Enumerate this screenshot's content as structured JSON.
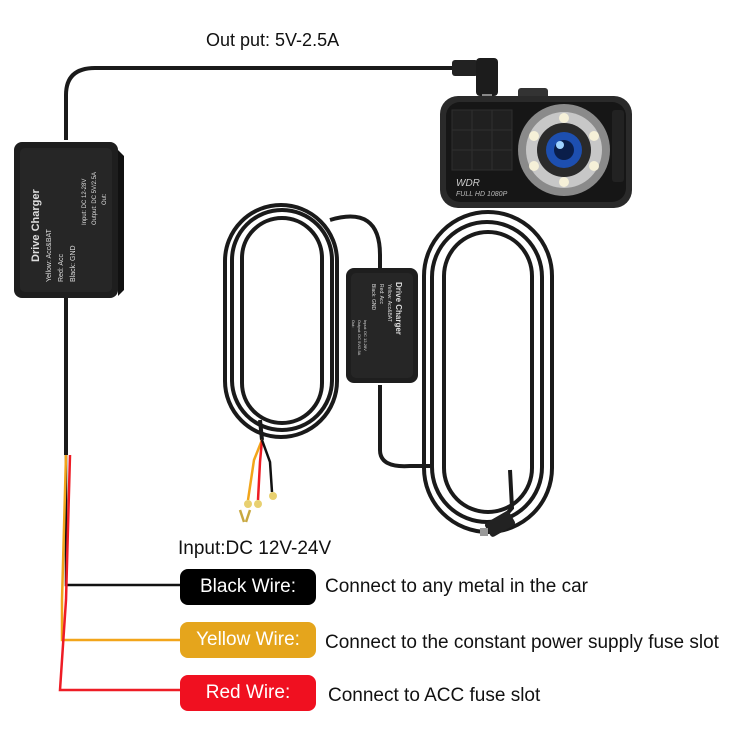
{
  "output_label": "Out put: 5V-2.5A",
  "input_label": "Input:DC 12V-24V",
  "module": {
    "title": "Drive Charger",
    "line_yellow": "Yellow: Acc&BAT",
    "line_red": "Red: Acc",
    "line_black": "Black: GND",
    "line_input": "Input: DC 12-28V",
    "line_output": "Output: DC 5V/2.5A",
    "line_out": "Out:"
  },
  "camera": {
    "badge_wdr": "WDR",
    "badge_hd": "FULL  HD  1080P"
  },
  "wires": [
    {
      "label": "Black Wire:",
      "color": "#000000",
      "text_color": "#ffffff",
      "description": "Connect to any metal in the car"
    },
    {
      "label": "Yellow Wire:",
      "color": "#e5a51c",
      "text_color": "#ffffff",
      "description": "Connect to the constant power supply fuse slot"
    },
    {
      "label": "Red Wire:",
      "color": "#f01020",
      "text_color": "#ffffff",
      "description": "Connect to ACC fuse slot"
    }
  ]
}
